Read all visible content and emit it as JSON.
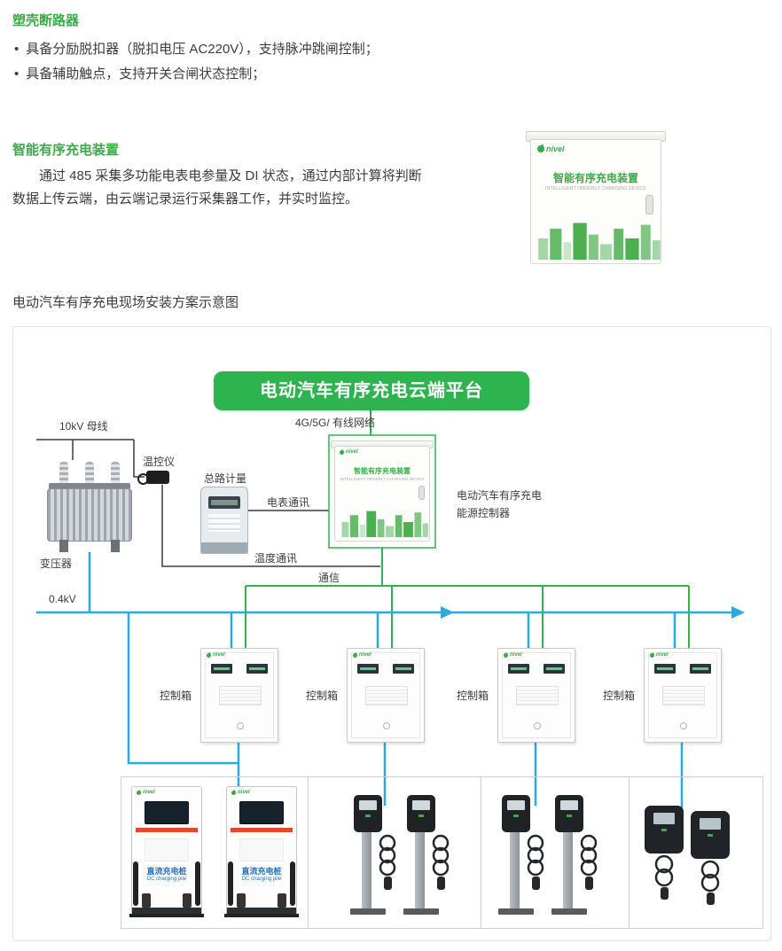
{
  "brand": "nivel",
  "section_breaker": {
    "heading": "塑壳断路器",
    "bullets": [
      "具备分励脱扣器（脱扣电压 AC220V），支持脉冲跳闸控制；",
      "具备辅助触点，支持开关合闸状态控制；"
    ]
  },
  "section_device": {
    "heading": "智能有序充电装置",
    "paragraph": "通过 485 采集多功能电表电参量及 DI 状态，通过内部计算将判断数据上传云端，由云端记录运行采集器工作，并实时监控。",
    "cabinet_title": "智能有序充电装置",
    "cabinet_subtitle": "INTELLIGENT ORDERLY CHARGING DEVICE"
  },
  "diagram": {
    "title": "电动汽车有序充电现场安装方案示意图",
    "banner": "电动汽车有序充电云端平台",
    "labels": {
      "network": "4G/5G/ 有线网络",
      "bus_10kv": "10kV 母线",
      "transformer": "变压器",
      "temp_meter": "温控仪",
      "main_metering": "总路计量",
      "meter_comm": "电表通讯",
      "temp_comm": "温度通讯",
      "comm": "通信",
      "bus_04kv": "0.4kV",
      "controller_line1": "电动汽车有序充电",
      "controller_line2": "能源控制器",
      "control_box": "控制箱",
      "dc_pile_cn": "直流充电桩",
      "dc_pile_en": "DC charging pile"
    }
  },
  "colors": {
    "accent_green": "#3aab47",
    "banner_green": "#2eb44e",
    "line_blue": "#29abe2"
  }
}
